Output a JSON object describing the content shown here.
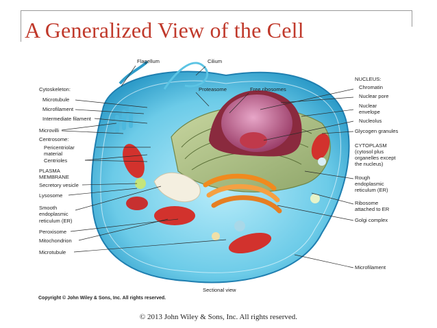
{
  "title": "A Generalized View of the Cell",
  "diagram": {
    "labels_top": {
      "flagellum": "Flagellum",
      "cilium": "Cilium",
      "proteasome": "Proteasome",
      "free_ribosomes": "Free ribosomes"
    },
    "labels_left": {
      "cytoskeleton": "Cytoskeleton:",
      "microtubule": "Microtubule",
      "microfilament": "Microfilament",
      "intermediate_filament": "Intermediate filament",
      "microvilli": "Microvilli",
      "centrosome": "Centrosome:",
      "pericentriolar_1": "Pericentriolar",
      "pericentriolar_2": "material",
      "centrioles": "Centrioles",
      "plasma_1": "PLASMA",
      "plasma_2": "MEMBRANE",
      "secretory_vesicle": "Secretory vesicle",
      "lysosome": "Lysosome",
      "smooth_er_1": "Smooth",
      "smooth_er_2": "endoplasmic",
      "smooth_er_3": "reticulum (ER)",
      "peroxisome": "Peroxisome",
      "mitochondrion": "Mitochondrion",
      "microtubule_2": "Microtubule"
    },
    "labels_right": {
      "nucleus": "NUCLEUS:",
      "chromatin": "Chromatin",
      "nuclear_pore": "Nuclear pore",
      "nuclear_envelope_1": "Nuclear",
      "nuclear_envelope_2": "envelope",
      "nucleolus": "Nucleolus",
      "glycogen": "Glycogen granules",
      "cytoplasm_1": "CYTOPLASM",
      "cytoplasm_2": "(cytosol plus",
      "cytoplasm_3": "organelles except",
      "cytoplasm_4": "the nucleus)",
      "rough_er_1": "Rough",
      "rough_er_2": "endoplasmic",
      "rough_er_3": "reticulum (ER)",
      "ribosome_er_1": "Ribosome",
      "ribosome_er_2": "attached to ER",
      "golgi": "Golgi complex",
      "microfilament_2": "Microfilament"
    },
    "view_caption": "Sectional view",
    "copyright": "Copyright © John Wiley & Sons, Inc. All rights reserved."
  },
  "footer": "© 2013 John Wiley & Sons, Inc. All rights reserved.",
  "colors": {
    "title": "#c0392b",
    "cytoplasm": "#7fd3ee",
    "nucleus": "#b04a6e",
    "mitochondria": "#d2322d",
    "golgi": "#f08a1e"
  }
}
